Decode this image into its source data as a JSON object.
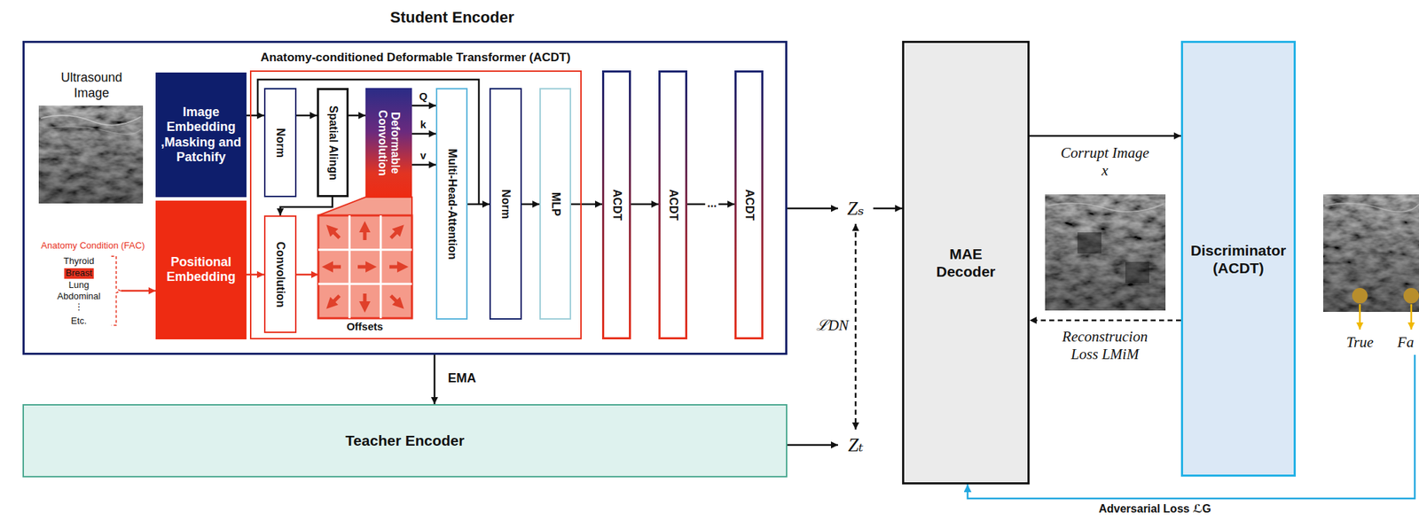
{
  "diagram": {
    "nodes": [
      {
        "text": [
          "Student Encoder"
        ]
      },
      {
        "text": [
          "Ultrasound Image"
        ],
        "in": 0
      },
      {
        "text": [
          "Image Embedding ,Masking and Patchify"
        ],
        "in": 0
      },
      {
        "text": [
          "Anatomy Condition (FAC)",
          "Thyroid",
          "Breast",
          "Lung",
          "Abdominal",
          "⋮",
          "Etc."
        ],
        "in": 0
      },
      {
        "text": [
          "Positional Embedding"
        ],
        "in": 0
      },
      {
        "text": [
          "Anatomy-conditioned Deformable Transformer (ACDT)"
        ],
        "in": 0
      },
      {
        "text": [
          "Norm"
        ],
        "in": 5
      },
      {
        "text": [
          "Spatial Alingn"
        ],
        "in": 5
      },
      {
        "text": [
          "Deformable Convolution"
        ],
        "in": 5
      },
      {
        "text": [
          "Convolution"
        ],
        "in": 5
      },
      {
        "text": [
          "Offsets"
        ],
        "in": 5
      },
      {
        "text": [
          "Multi-Head-Attention"
        ],
        "in": 5
      },
      {
        "text": [
          "Norm"
        ],
        "in": 5
      },
      {
        "text": [
          "MLP"
        ],
        "in": 5
      },
      {
        "text": [
          "ACDT"
        ],
        "in": 0
      },
      {
        "text": [
          "ACDT"
        ],
        "in": 0
      },
      {
        "text": [
          "ACDT"
        ],
        "in": 0
      },
      {
        "text": [
          "Zₛ"
        ]
      },
      {
        "text": [
          "Teacher Encoder"
        ]
      },
      {
        "text": [
          "Zₜ"
        ]
      },
      {
        "text": [
          "MAE Decoder"
        ]
      },
      {
        "text": [
          "Discriminator (ACDT)"
        ]
      },
      {
        "text": [
          "True",
          "Fa"
        ]
      }
    ],
    "edges": [
      {
        "from": 3,
        "to": 4,
        "arrow": "to"
      },
      {
        "from": 2,
        "to": 6,
        "arrow": "to"
      },
      {
        "from": 6,
        "to": 7,
        "arrow": "to"
      },
      {
        "from": 7,
        "to": 8,
        "arrow": "to"
      },
      {
        "from": 8,
        "to": 11,
        "label": "Q",
        "arrow": "to"
      },
      {
        "from": 8,
        "to": 11,
        "label": "k",
        "arrow": "to"
      },
      {
        "from": 8,
        "to": 11,
        "label": "v",
        "arrow": "to"
      },
      {
        "from": 7,
        "to": 9,
        "arrow": "to"
      },
      {
        "from": 4,
        "to": 9,
        "arrow": "to"
      },
      {
        "from": 9,
        "to": 10,
        "arrow": "to"
      },
      {
        "from": 11,
        "to": 12,
        "arrow": "to"
      },
      {
        "from": 12,
        "to": 13,
        "arrow": "to"
      },
      {
        "from": 13,
        "to": 14,
        "arrow": "to"
      },
      {
        "from": 14,
        "to": 15,
        "arrow": "to"
      },
      {
        "from": 15,
        "to": 16,
        "label": "...",
        "arrow": "to"
      },
      {
        "from": 0,
        "to": 17,
        "arrow": "to"
      },
      {
        "from": 17,
        "to": 20,
        "arrow": "to"
      },
      {
        "from": 17,
        "to": 19,
        "label": "ℒDN",
        "arrow": "both"
      },
      {
        "from": 18,
        "to": 19,
        "arrow": "to"
      },
      {
        "from": 0,
        "to": 18,
        "label": "EMA",
        "arrow": "to"
      },
      {
        "from": 20,
        "to": 21,
        "label": "Corrupt Image x",
        "arrow": "to"
      },
      {
        "from": 21,
        "to": 20,
        "label": "Reconstrucion Loss LMiM",
        "arrow": "to"
      },
      {
        "from": 22,
        "to": 20,
        "label": "Adversarial Loss ℒG",
        "arrow": "to"
      }
    ]
  }
}
